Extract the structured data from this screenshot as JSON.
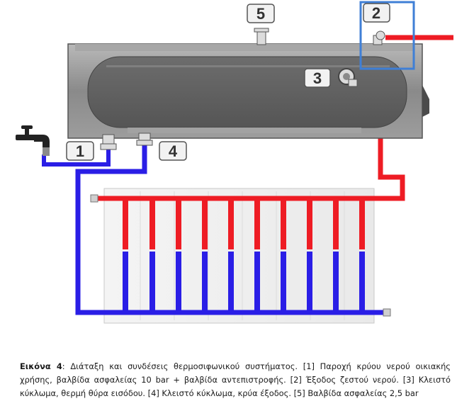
{
  "labels": {
    "l1": "1",
    "l2": "2",
    "l3": "3",
    "l4": "4",
    "l5": "5"
  },
  "caption": {
    "figure_label": "Εικόνα 4",
    "text": ": Διάταξη και συνδέσεις θερμοσιφωνικού συστήματος. [1] Παροχή κρύου νερού οικιακής χρήσης, βαλβίδα ασφαλείας 10 bar + βαλβίδα αντεπιστροφής. [2] Έξοδος ζεστού νερού. [3] Κλειστό κύκλωμα, θερμή θύρα εισόδου. [4] Κλειστό κύκλωμα, κρύα έξοδος. [5] Βαλβίδα ασφαλείας 2,5 bar"
  },
  "colors": {
    "hot": "#ee1c24",
    "cold": "#2a1ee6",
    "tank_body": "#8e8e8e",
    "tank_inner": "#5f5f5f",
    "highlight_box": "#3f7fd6"
  },
  "icons": {
    "faucet": "faucet-icon"
  }
}
